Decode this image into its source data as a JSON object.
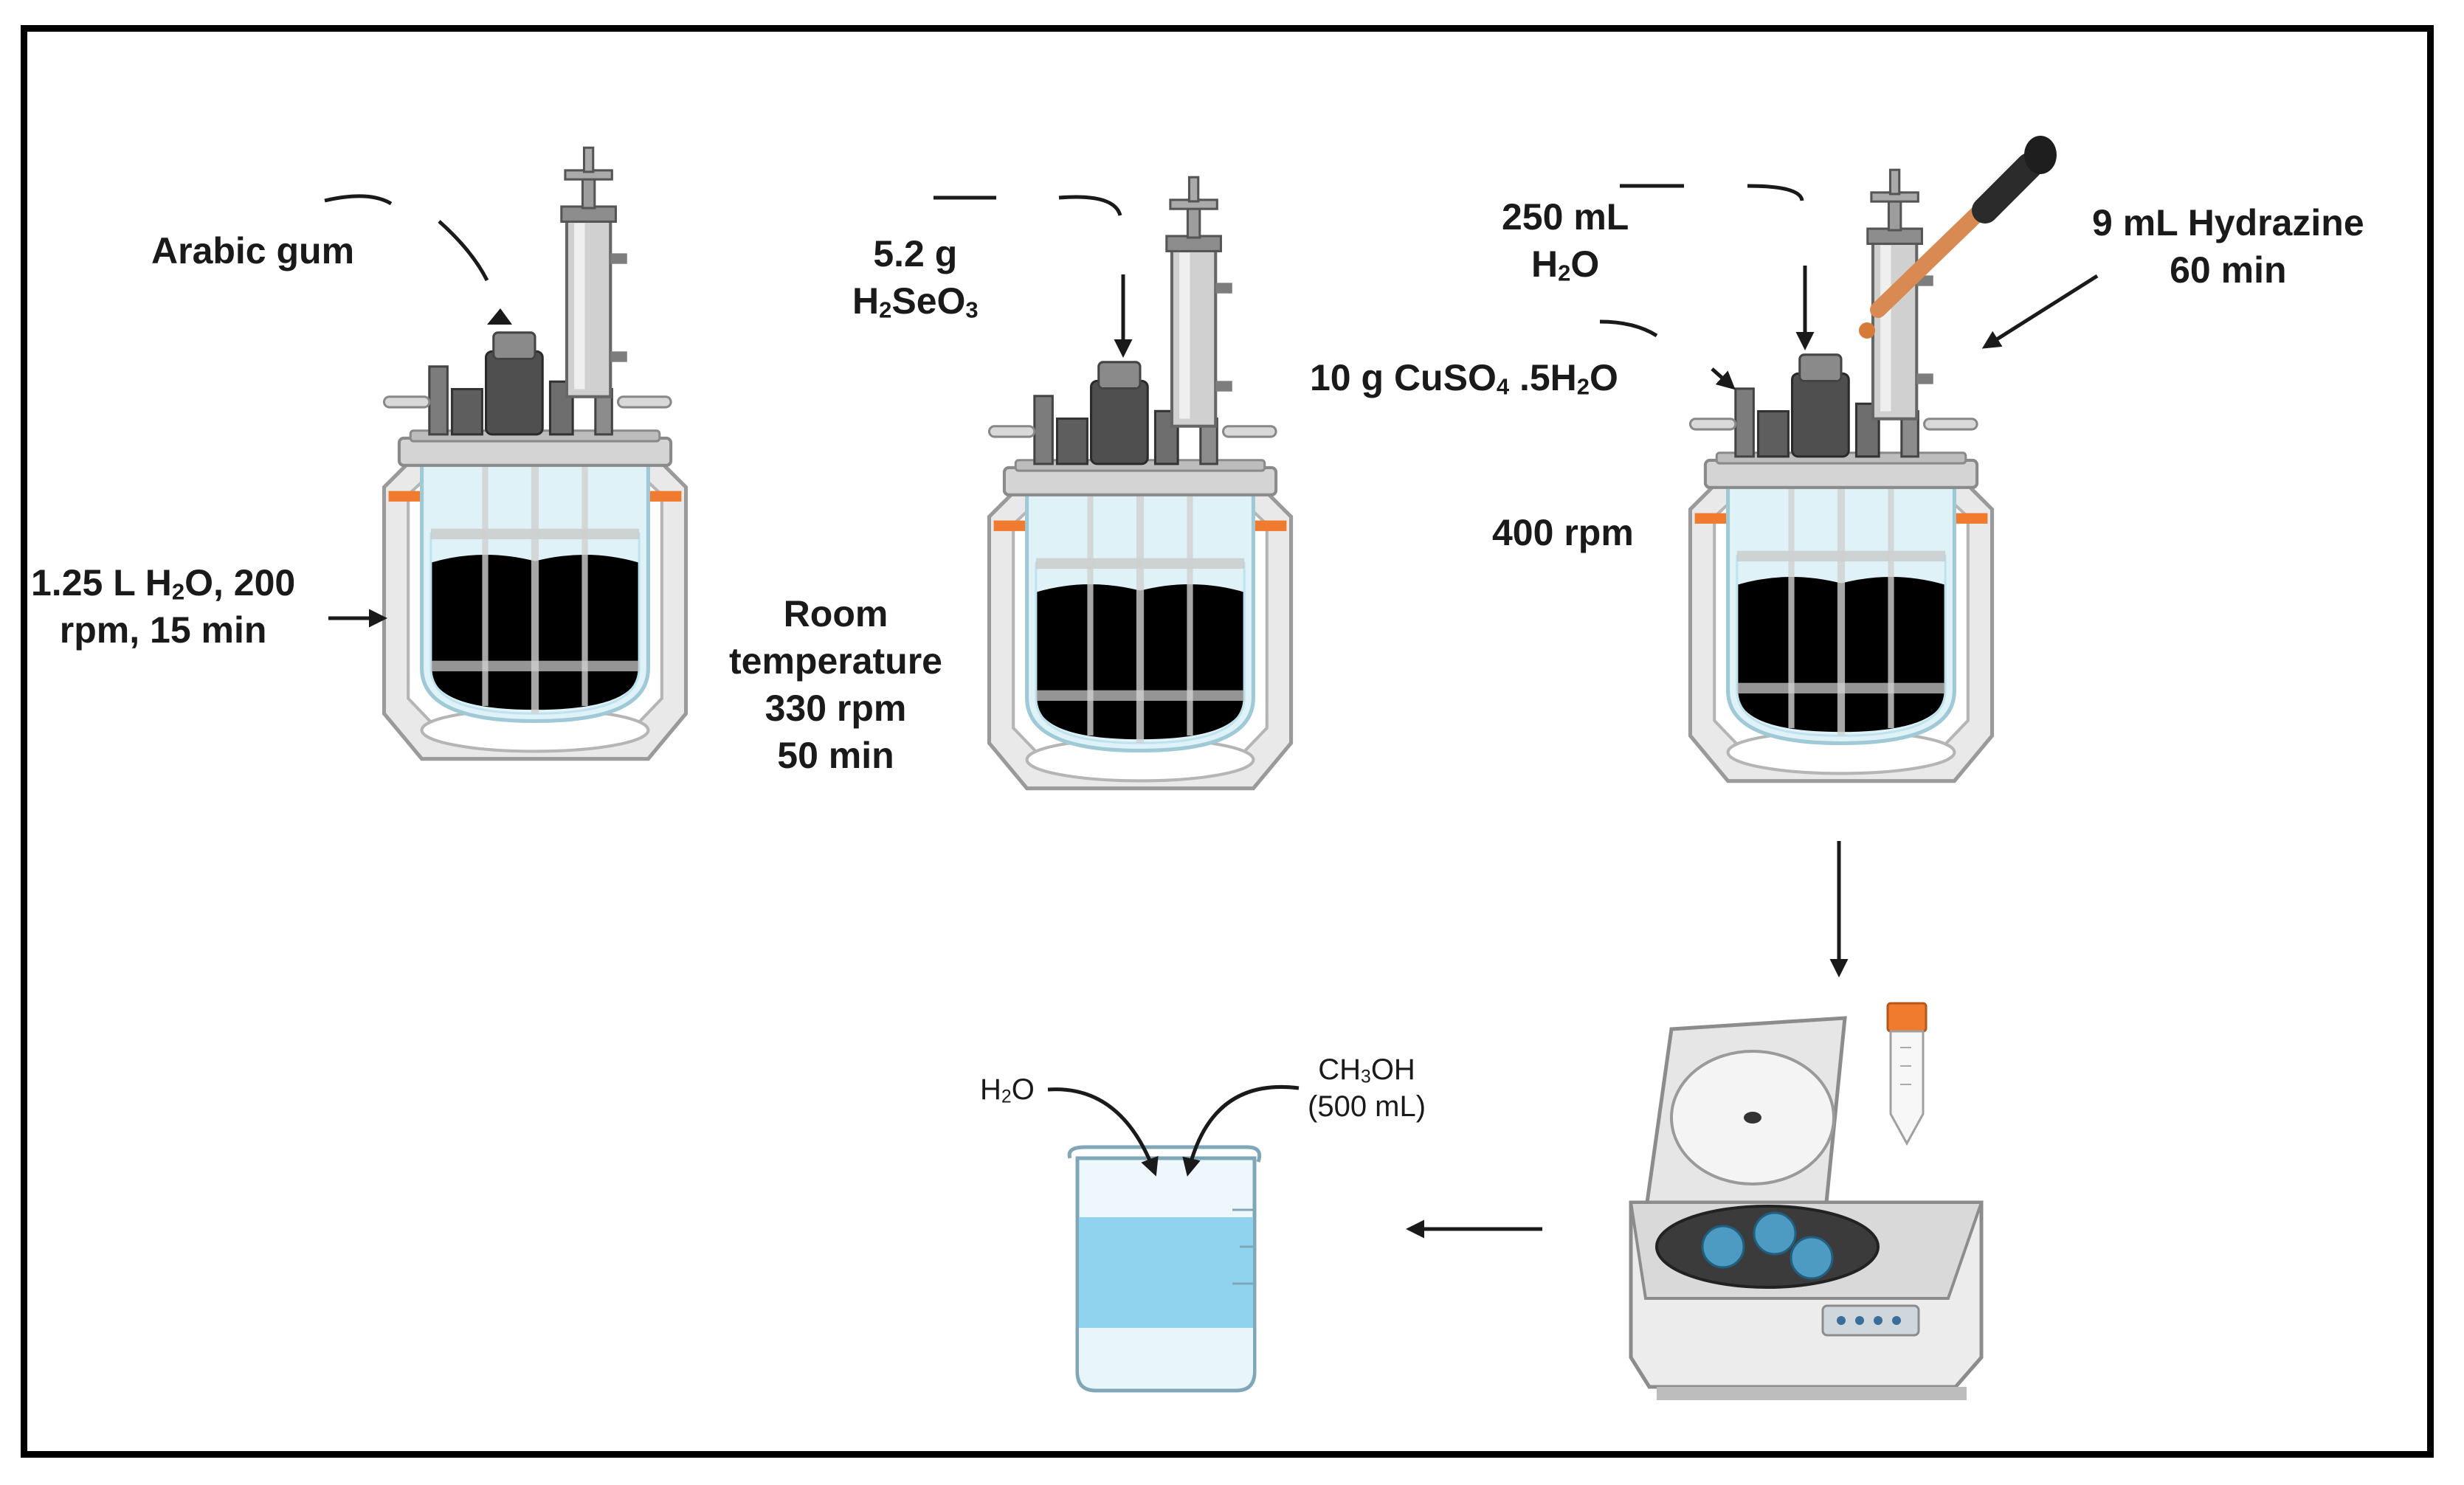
{
  "labels": {
    "arabic_gum": "Arabic gum",
    "step1_cond_a_pre": "1.25 L H",
    "step1_cond_a_sub": "2",
    "step1_cond_a_post": "O, 200",
    "step1_cond_b": "rpm, 15 min",
    "selenous_mass": "5.2 g",
    "selenous_h": "H",
    "selenous_h_sub": "2",
    "selenous_seo": "SeO",
    "selenous_seo_sub": "3",
    "step2_cond_1": "Room",
    "step2_cond_2": "temperature",
    "step2_cond_3": "330 rpm",
    "step2_cond_4": "50 min",
    "water_volume": "250 mL",
    "water_h": "H",
    "water_h_sub": "2",
    "water_o": "O",
    "hydrazine_1": "9 mL Hydrazine",
    "hydrazine_2": "60 min",
    "copper_pre": "10 g CuSO",
    "copper_sub4": "4",
    "copper_mid": " .5H",
    "copper_sub2": "2",
    "copper_post": "O",
    "step3_speed": "400 rpm",
    "wash_water_h": "H",
    "wash_water_sub": "2",
    "wash_water_o": "O",
    "methanol_pre": "CH",
    "methanol_sub": "3",
    "methanol_post": "OH",
    "methanol_volume": "(500 mL)"
  },
  "colors": {
    "frame": "#000000",
    "solution_step1": "#f2b31c",
    "solution_step2": "#f48a24",
    "solution_step3": "#6b6b6b",
    "accent_orange": "#f07b2e",
    "wash_liquid": "#8fd3ef"
  },
  "icons": [
    "bioreactor-yellow-icon",
    "bioreactor-orange-icon",
    "bioreactor-grey-icon",
    "dropper-icon",
    "centrifuge-icon",
    "centrifuge-tube-icon",
    "beaker-icon"
  ]
}
